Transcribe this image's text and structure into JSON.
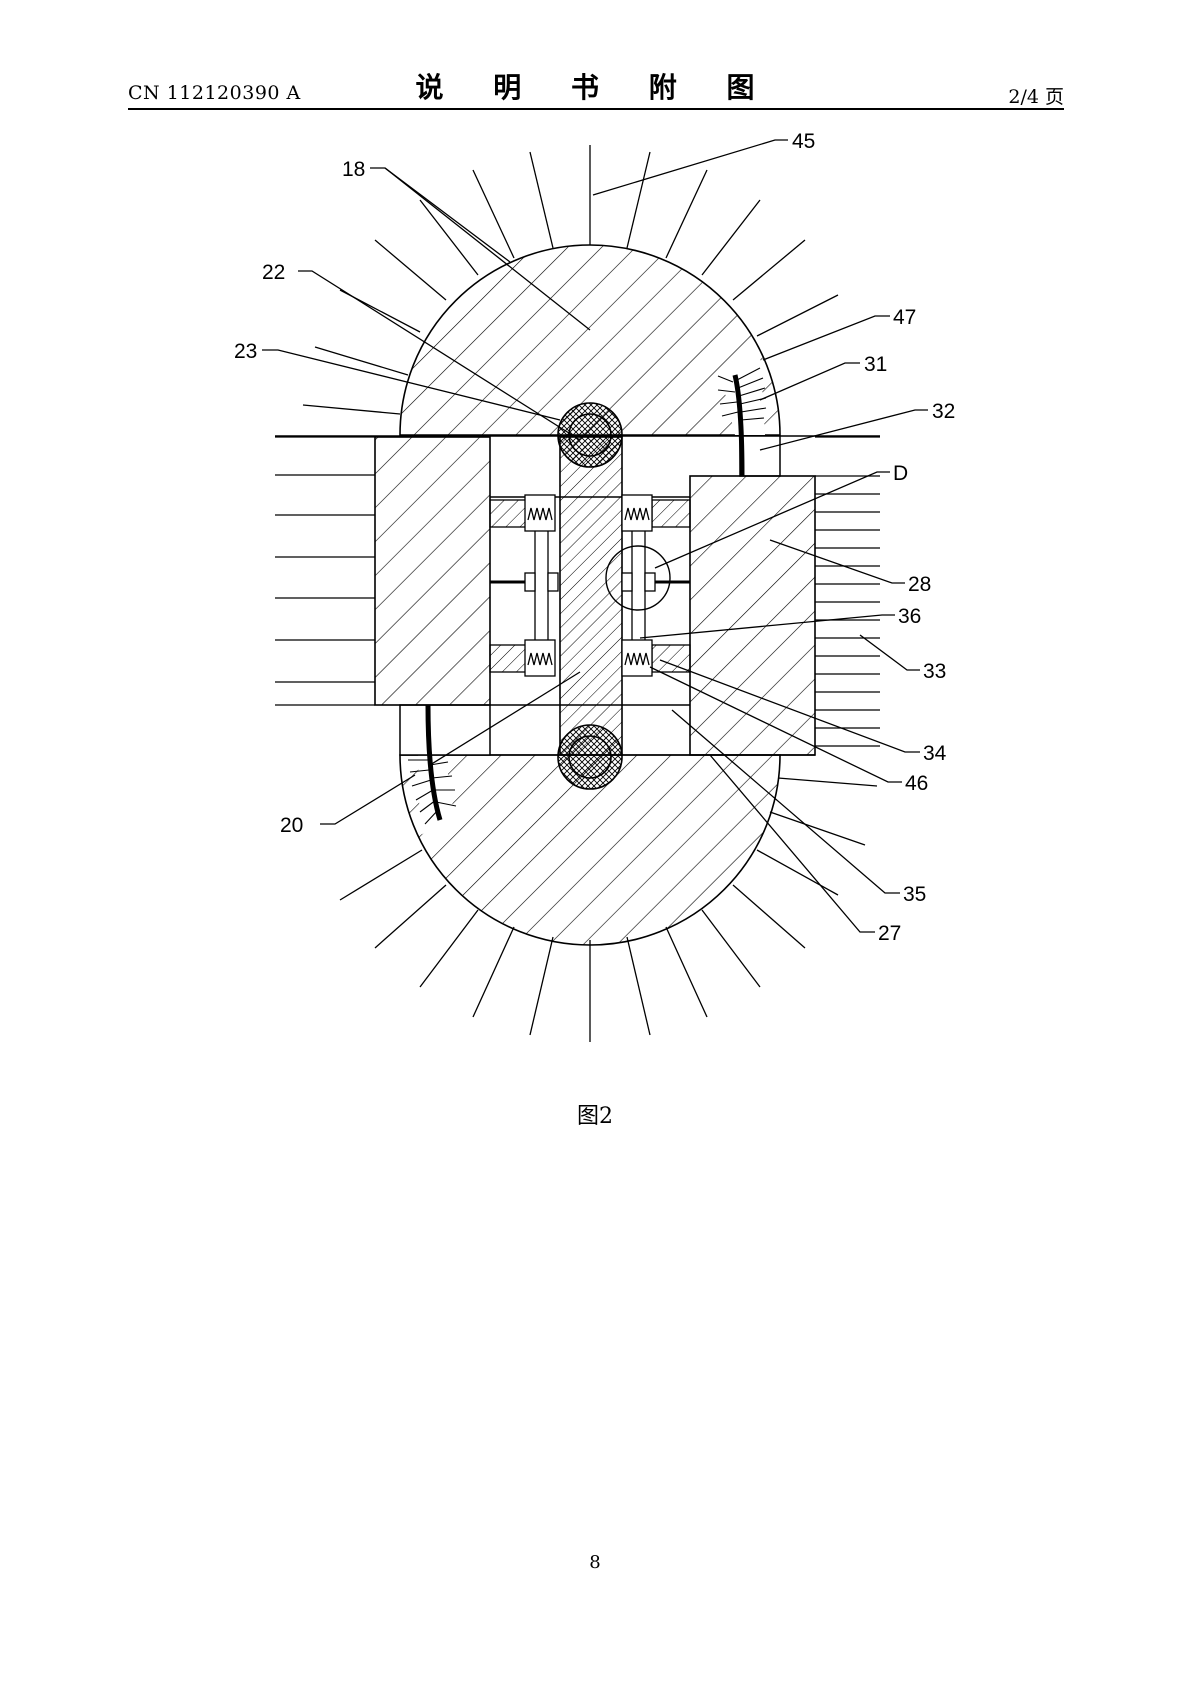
{
  "header": {
    "publication_number": "CN 112120390 A",
    "section_title": "说 明 书 附 图",
    "sheet": "2/4 页"
  },
  "figure": {
    "caption": "图2",
    "reference_labels": {
      "r18": "18",
      "r22": "22",
      "r23": "23",
      "r45": "45",
      "r47": "47",
      "r31": "31",
      "r32": "32",
      "rD": "D",
      "r28": "28",
      "r36": "36",
      "r33": "33",
      "r34": "34",
      "r46": "46",
      "r35": "35",
      "r27": "27",
      "r20": "20"
    }
  },
  "footer": {
    "page_number": "8"
  }
}
